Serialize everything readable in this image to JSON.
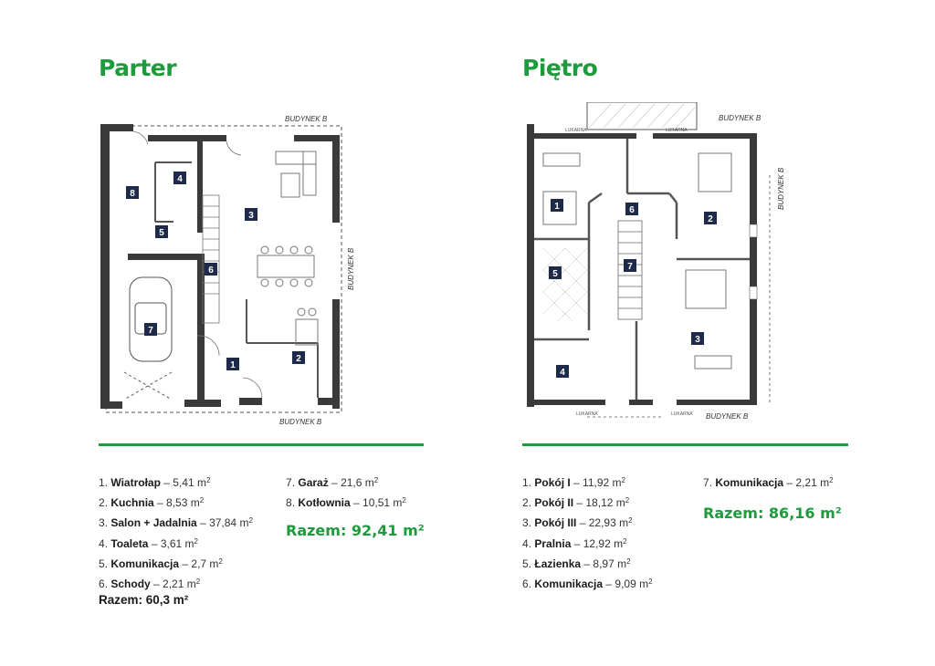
{
  "parter": {
    "title": "Parter",
    "label_building": "BUDYNEK B",
    "rooms": [
      {
        "num": "1",
        "name": "Wiatrołap",
        "area": "5,41 m"
      },
      {
        "num": "2",
        "name": "Kuchnia",
        "area": "8,53 m"
      },
      {
        "num": "3",
        "name": "Salon + Jadalnia",
        "area": "37,84 m"
      },
      {
        "num": "4",
        "name": "Toaleta",
        "area": "3,61 m"
      },
      {
        "num": "5",
        "name": "Komunikacja",
        "area": "2,7 m"
      },
      {
        "num": "6",
        "name": "Schody",
        "area": "2,21 m"
      },
      {
        "num": "7",
        "name": "Garaż",
        "area": "21,6 m"
      },
      {
        "num": "8",
        "name": "Kotłownia",
        "area": "10,51 m"
      }
    ],
    "total_house": "Razem: 60,3 m²",
    "total_all": "Razem: 92,41 m²"
  },
  "pietro": {
    "title": "Piętro",
    "label_building": "BUDYNEK B",
    "label_lukarna": "LUKARNA",
    "rooms": [
      {
        "num": "1",
        "name": "Pokój I",
        "area": "11,92 m"
      },
      {
        "num": "2",
        "name": "Pokój II",
        "area": "18,12 m"
      },
      {
        "num": "3",
        "name": "Pokój III",
        "area": "22,93 m"
      },
      {
        "num": "4",
        "name": "Pralnia",
        "area": "12,92 m"
      },
      {
        "num": "5",
        "name": "Łazienka",
        "area": "8,97 m"
      },
      {
        "num": "6",
        "name": "Komunikacja",
        "area": "9,09 m"
      },
      {
        "num": "7",
        "name": "Komunikacja",
        "area": "2,21 m"
      }
    ],
    "total": "Razem: 86,16 m²"
  },
  "legend_sep": " – ",
  "sup2": "2",
  "colors": {
    "accent": "#1f9a3d",
    "badge": "#1d2a4a",
    "wall": "#3a3a3a"
  }
}
